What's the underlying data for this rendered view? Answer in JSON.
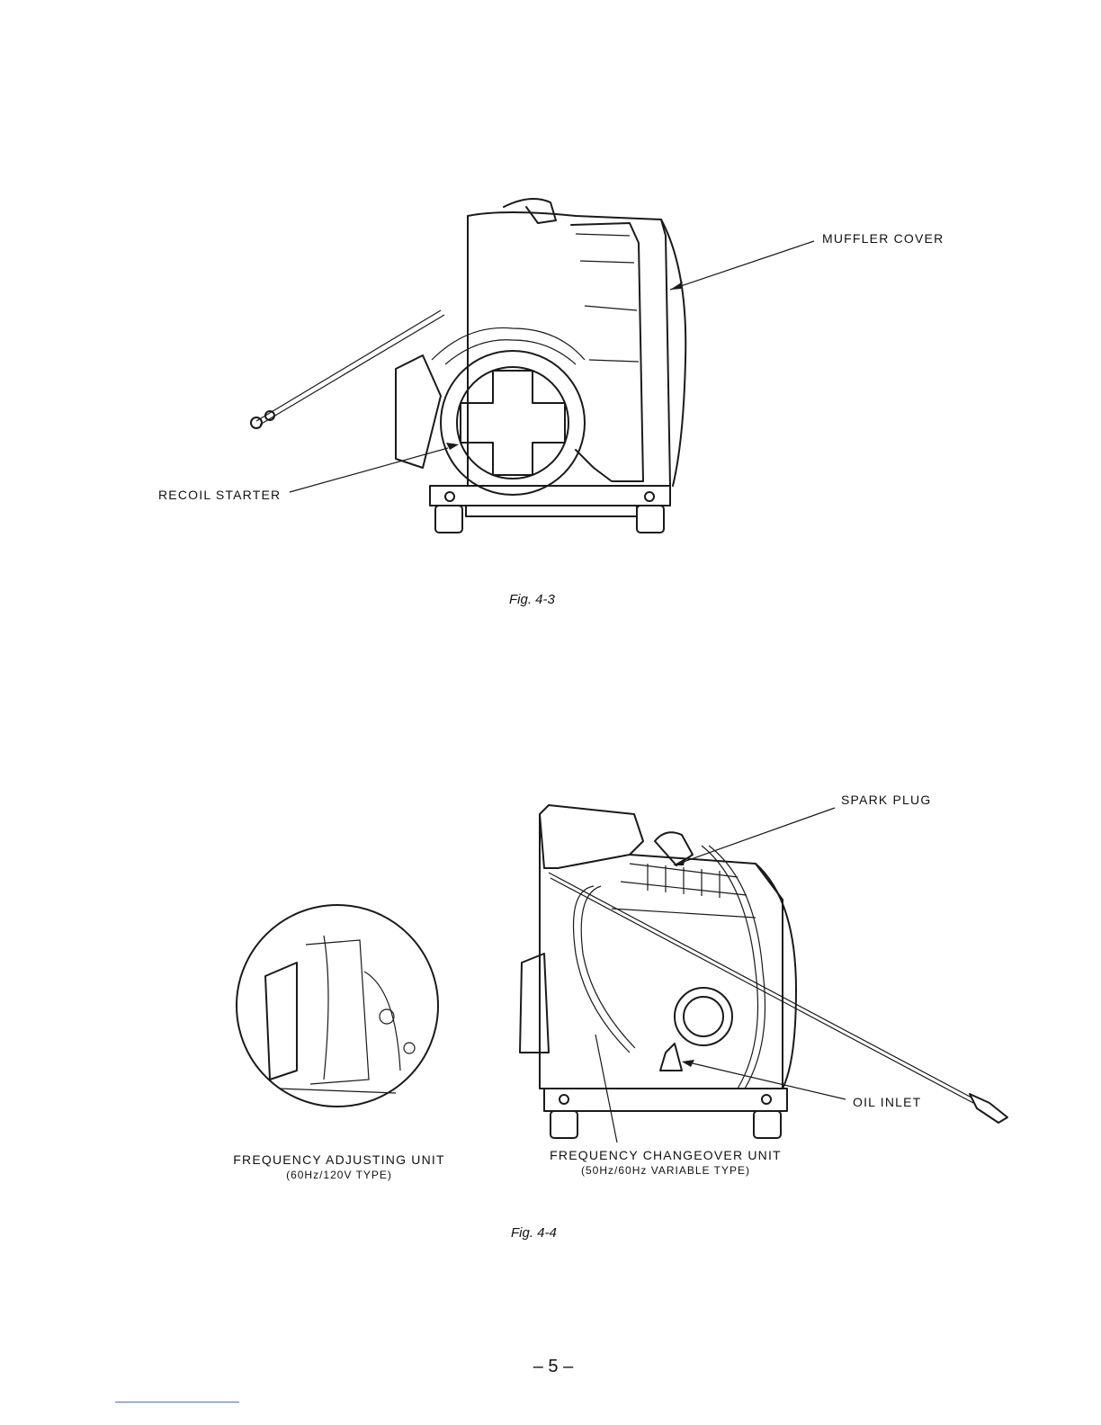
{
  "figure_1": {
    "caption": "Fig. 4-3",
    "labels": {
      "muffler_cover": "MUFFLER COVER",
      "recoil_starter": "RECOIL STARTER"
    }
  },
  "figure_2": {
    "caption": "Fig. 4-4",
    "labels": {
      "spark_plug": "SPARK PLUG",
      "oil_inlet": "OIL INLET",
      "freq_adjusting_unit": "FREQUENCY ADJUSTING UNIT",
      "freq_adjusting_type": "(60Hz/120V TYPE)",
      "freq_changeover_unit": "FREQUENCY CHANGEOVER UNIT",
      "freq_changeover_type": "(50Hz/60Hz VARIABLE TYPE)"
    }
  },
  "page_number": "– 5 –"
}
